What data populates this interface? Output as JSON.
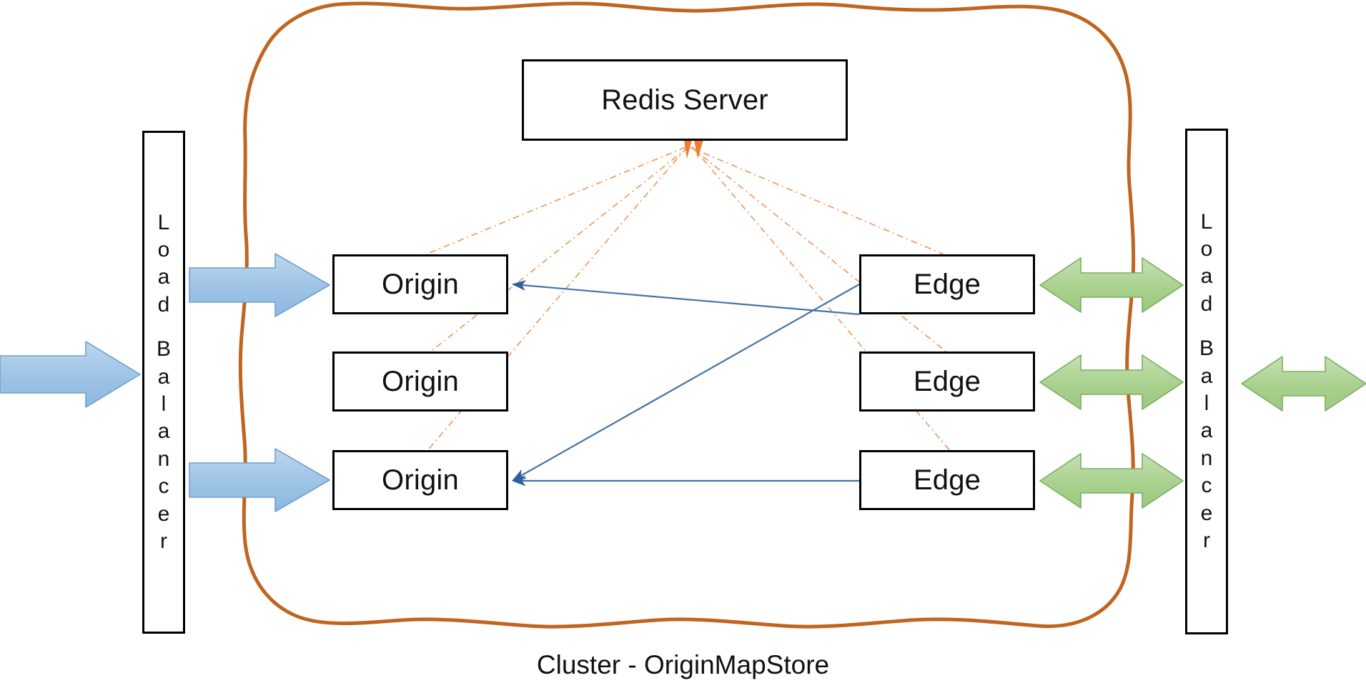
{
  "diagram": {
    "title": "Cluster - OriginMapStore",
    "caption": "Cluster - OriginMapStore",
    "colors": {
      "cluster_boundary": "#C0651F",
      "redis_link": "#ED7D31",
      "origin_edge_link": "#4472A8",
      "ingress_arrow_fill": "#9DC3E6",
      "ingress_arrow_stroke": "#6E9FD0",
      "egress_arrow_fill": "#A9D18E",
      "egress_arrow_stroke": "#7BAE5B",
      "node_border": "#000000",
      "node_fill": "#FFFFFF",
      "text": "#111111"
    }
  },
  "redis": {
    "label": "Redis Server",
    "name": "redis-server"
  },
  "origins": [
    {
      "label": "Origin",
      "name": "origin-node-1"
    },
    {
      "label": "Origin",
      "name": "origin-node-2"
    },
    {
      "label": "Origin",
      "name": "origin-node-3"
    }
  ],
  "edges": [
    {
      "label": "Edge",
      "name": "edge-node-1"
    },
    {
      "label": "Edge",
      "name": "edge-node-2"
    },
    {
      "label": "Edge",
      "name": "edge-node-3"
    }
  ],
  "load_balancers": {
    "left": {
      "label": "Load Balancer",
      "letters_line_1": [
        "L",
        "o",
        "a",
        "d"
      ],
      "letters_line_2": [
        "B",
        "a",
        "l",
        "a",
        "n",
        "c",
        "e",
        "r"
      ]
    },
    "right": {
      "label": "Load Balancer",
      "letters_line_1": [
        "L",
        "o",
        "a",
        "d"
      ],
      "letters_line_2": [
        "B",
        "a",
        "l",
        "a",
        "n",
        "c",
        "e",
        "r"
      ]
    }
  },
  "arrows": {
    "ingress_external": {
      "name": "client-ingress-arrow",
      "direction": "right",
      "color": "#9DC3E6"
    },
    "lb_to_origin_top": {
      "name": "lb-to-origin-arrow-top",
      "direction": "right",
      "color": "#9DC3E6"
    },
    "lb_to_origin_bottom": {
      "name": "lb-to-origin-arrow-bottom",
      "direction": "right",
      "color": "#9DC3E6"
    },
    "edge_to_lb": [
      {
        "name": "edge-to-lb-arrow-1",
        "direction": "both",
        "color": "#A9D18E"
      },
      {
        "name": "edge-to-lb-arrow-2",
        "direction": "both",
        "color": "#A9D18E"
      },
      {
        "name": "edge-to-lb-arrow-3",
        "direction": "both",
        "color": "#A9D18E"
      }
    ],
    "egress_external": {
      "name": "client-egress-arrow",
      "direction": "both",
      "color": "#A9D18E"
    }
  },
  "links": {
    "redis_fanout_count": 6,
    "redis_fanout_targets": [
      "origin-node-1",
      "origin-node-2",
      "origin-node-3",
      "edge-node-1",
      "edge-node-2",
      "edge-node-3"
    ],
    "edge_to_origin": [
      {
        "from": "edge-node-2",
        "to": "origin-node-1"
      },
      {
        "from": "edge-node-1",
        "to": "origin-node-3"
      },
      {
        "from": "edge-node-3",
        "to": "origin-node-3"
      }
    ]
  }
}
